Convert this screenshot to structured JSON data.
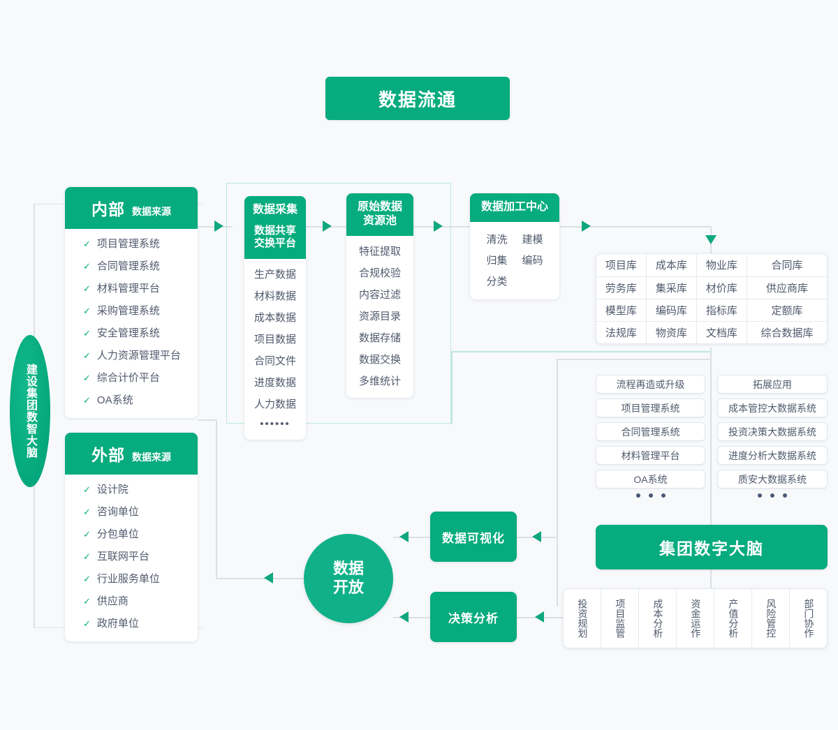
{
  "title": {
    "text": "数据流通"
  },
  "brain_label": {
    "text": "建设集团数智大脑"
  },
  "sources": {
    "internal": {
      "head_big": "内部",
      "head_small": "数据来源",
      "items": [
        "项目管理系统",
        "合同管理系统",
        "材料管理平台",
        "采购管理系统",
        "安全管理系统",
        "人力资源管理平台",
        "综合计价平台",
        "OA系统"
      ]
    },
    "external": {
      "head_big": "外部",
      "head_small": "数据来源",
      "items": [
        "设计院",
        "咨询单位",
        "分包单位",
        "互联网平台",
        "行业服务单位",
        "供应商",
        "政府单位"
      ]
    }
  },
  "pipeline": {
    "collect": {
      "head": "数据采集",
      "sub": "数据共享\n交换平台",
      "sub_line1": "数据共享",
      "sub_line2": "交换平台",
      "items": [
        "生产数据",
        "材料数据",
        "成本数据",
        "项目数据",
        "合同文件",
        "进度数据",
        "人力数据"
      ],
      "ellipsis": "••••••"
    },
    "pool": {
      "head_line1": "原始数据",
      "head_line2": "资源池",
      "items": [
        "特征提取",
        "合规校验",
        "内容过滤",
        "资源目录",
        "数据存储",
        "数据交换",
        "多维统计"
      ]
    },
    "process": {
      "head": "数据加工中心",
      "items": [
        "清洗",
        "建模",
        "归集",
        "编码",
        "分类"
      ]
    }
  },
  "databases": {
    "rows": [
      [
        "项目库",
        "成本库",
        "物业库",
        "合同库"
      ],
      [
        "劳务库",
        "集采库",
        "材价库",
        "供应商库"
      ],
      [
        "模型库",
        "编码库",
        "指标库",
        "定额库"
      ],
      [
        "法规库",
        "物资库",
        "文档库",
        "综合数据库"
      ]
    ]
  },
  "applications": {
    "left": [
      "流程再造或升级",
      "项目管理系统",
      "合同管理系统",
      "材料管理平台",
      "OA系统"
    ],
    "right": [
      "拓展应用",
      "成本管控大数据系统",
      "投资决策大数据系统",
      "进度分析大数据系统",
      "质安大数据系统"
    ],
    "dot_count": 3
  },
  "brain_box": {
    "text": "集团数字大脑"
  },
  "bottom_strip": {
    "items": [
      "投资规划",
      "项目监管",
      "成本分析",
      "资金运作",
      "产值分析",
      "风险管控",
      "部门协作"
    ]
  },
  "open_data": {
    "line1": "数据",
    "line2": "开放"
  },
  "outputs": {
    "visualization": "数据可视化",
    "decision": "决策分析"
  },
  "colors": {
    "green": "#06ab7e",
    "green_light": "#10b088",
    "arrow": "#10a77e",
    "text": "#50596c",
    "line": "#dcdfe4",
    "teal_border": "#bfe8dc",
    "background": "#f7f9fb"
  }
}
